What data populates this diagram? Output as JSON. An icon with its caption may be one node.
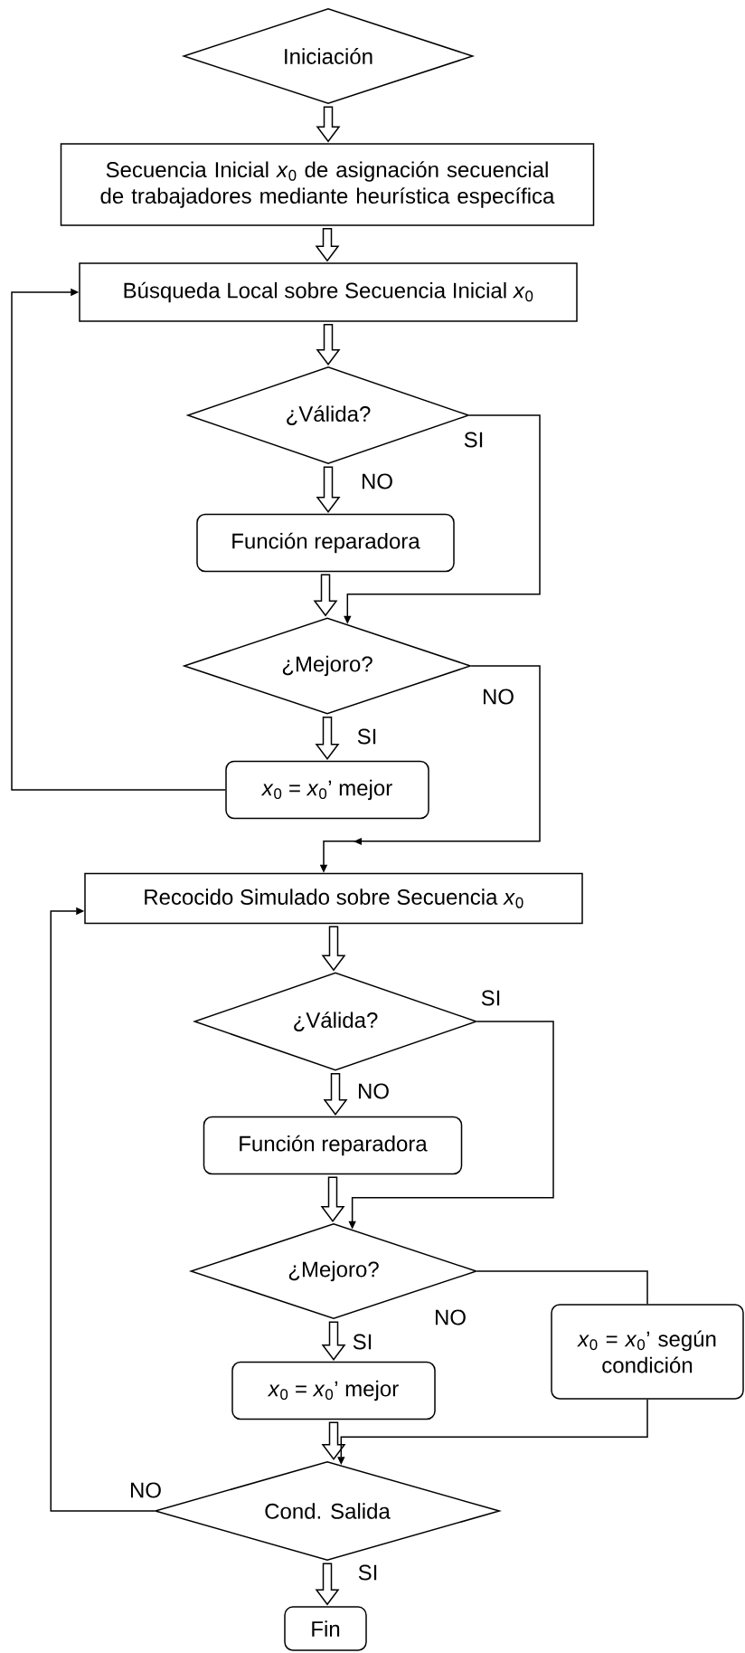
{
  "diagram": {
    "nodes": [
      {
        "text": [
          "Iniciación"
        ]
      },
      {
        "text": [
          "Secuencia Inicial *x*$_{0}$ de asignación secuencial de trabajadores mediante heurística específica"
        ]
      },
      {
        "text": [
          "Búsqueda Local sobre Secuencia Inicial *x*$_{0}$"
        ]
      },
      {
        "text": [
          "¿Válida?"
        ]
      },
      {
        "text": [
          "Función reparadora"
        ]
      },
      {
        "text": [
          "¿Mejoro?"
        ]
      },
      {
        "text": [
          "*x*$_{0}$ = *x*$_{0}$’ mejor"
        ]
      },
      {
        "text": [
          "Recocido Simulado sobre Secuencia *x*$_{0}$"
        ]
      },
      {
        "text": [
          "¿Válida?"
        ]
      },
      {
        "text": [
          "Función reparadora"
        ]
      },
      {
        "text": [
          "¿Mejoro?"
        ]
      },
      {
        "text": [
          "*x*$_{0}$ = *x*$_{0}$’ mejor"
        ]
      },
      {
        "text": [
          "*x*$_{0}$ = *x*$_{0}$’ según condición"
        ]
      },
      {
        "text": [
          "Cond. Salida"
        ]
      },
      {
        "text": [
          "Fin"
        ]
      }
    ],
    "edges": [
      {
        "from": 0,
        "to": 1,
        "arrow": "to",
        "style": "thick"
      },
      {
        "from": 1,
        "to": 2,
        "arrow": "to",
        "style": "thick"
      },
      {
        "from": 2,
        "to": 3,
        "arrow": "to",
        "style": "thick"
      },
      {
        "from": 3,
        "to": 4,
        "arrow": "to",
        "style": "thick",
        "label": "NO"
      },
      {
        "from": 4,
        "to": 5,
        "arrow": "to",
        "style": "thick"
      },
      {
        "from": 3,
        "to": 5,
        "arrow": "to",
        "label": "SI"
      },
      {
        "from": 5,
        "to": 6,
        "arrow": "to",
        "style": "thick",
        "label": "SI"
      },
      {
        "from": 6,
        "to": 2,
        "arrow": "to"
      },
      {
        "from": 5,
        "to": 7,
        "arrow": "to",
        "label": "NO"
      },
      {
        "from": 7,
        "to": 8,
        "arrow": "to",
        "style": "thick"
      },
      {
        "from": 8,
        "to": 9,
        "arrow": "to",
        "style": "thick",
        "label": "NO"
      },
      {
        "from": 9,
        "to": 10,
        "arrow": "to",
        "style": "thick"
      },
      {
        "from": 8,
        "to": 10,
        "arrow": "to",
        "label": "SI"
      },
      {
        "from": 10,
        "to": 11,
        "arrow": "to",
        "style": "thick",
        "label": "SI"
      },
      {
        "from": 10,
        "to": 12,
        "arrow": "none",
        "label": "NO"
      },
      {
        "from": 11,
        "to": 13,
        "arrow": "to",
        "style": "thick"
      },
      {
        "from": 12,
        "to": 13,
        "arrow": "to"
      },
      {
        "from": 13,
        "to": 7,
        "arrow": "to",
        "label": "NO"
      },
      {
        "from": 13,
        "to": 14,
        "arrow": "to",
        "style": "thick",
        "label": "SI"
      }
    ]
  }
}
